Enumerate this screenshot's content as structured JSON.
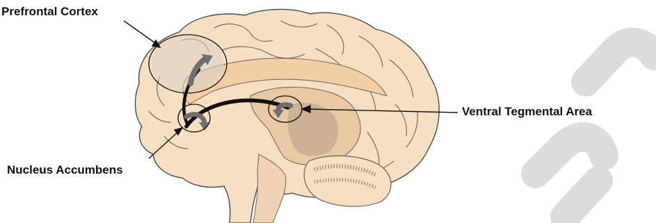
{
  "labels": {
    "prefrontal_cortex": "Prefrontal Cortex",
    "nucleus_accumbens": "Nucleus Accumbens",
    "ventral_tegmental_area": "Ventral Tegmental Area"
  },
  "colors": {
    "brain_fill": "#f6dfc2",
    "brain_outline": "#4a4a4a",
    "corpus_callosum": "#f2cfa5",
    "inner_shadow": "#c8ad8e",
    "pathway": "#111111",
    "region_tint": "#d9d2c8",
    "watermark": "#d8d8d8"
  },
  "icons": {
    "pfc_arrow": "curved-arrow",
    "nac_arrow": "curved-arrow",
    "vta_arrow": "curved-arrow"
  }
}
